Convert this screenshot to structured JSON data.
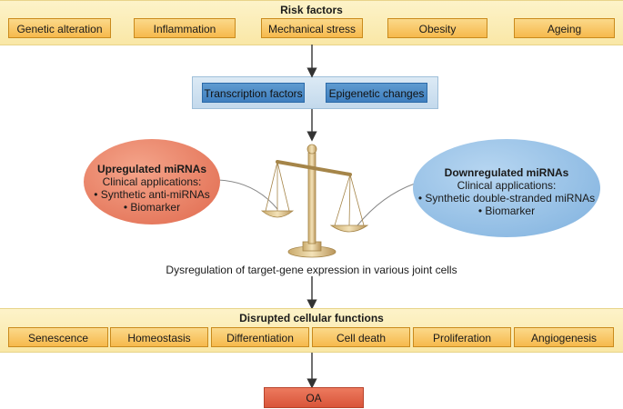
{
  "risk": {
    "title": "Risk factors",
    "items": [
      "Genetic alteration",
      "Inflammation",
      "Mechanical stress",
      "Obesity",
      "Ageing"
    ]
  },
  "mechanisms": {
    "items": [
      "Transcription factors",
      "Epigenetic changes"
    ]
  },
  "upregulated": {
    "title": "Upregulated miRNAs",
    "subtitle": "Clinical applications:",
    "items": [
      "Synthetic anti-miRNAs",
      "Biomarker"
    ]
  },
  "downregulated": {
    "title": "Downregulated miRNAs",
    "subtitle": "Clinical applications:",
    "items": [
      "Synthetic double-stranded miRNAs",
      "Biomarker"
    ]
  },
  "dysregulation": "Dysregulation of target-gene expression in various joint cells",
  "disrupted": {
    "title": "Disrupted cellular functions",
    "items": [
      "Senescence",
      "Homeostasis",
      "Differentiation",
      "Cell death",
      "Proliferation",
      "Angiogenesis"
    ]
  },
  "outcome": "OA",
  "colors": {
    "band": "#f9e7a6",
    "box": "#f6b94c",
    "blue_box": "#3f7fbf",
    "up_ellipse": "#e0694d",
    "down_ellipse": "#7fb1de",
    "oa": "#d9553a"
  }
}
